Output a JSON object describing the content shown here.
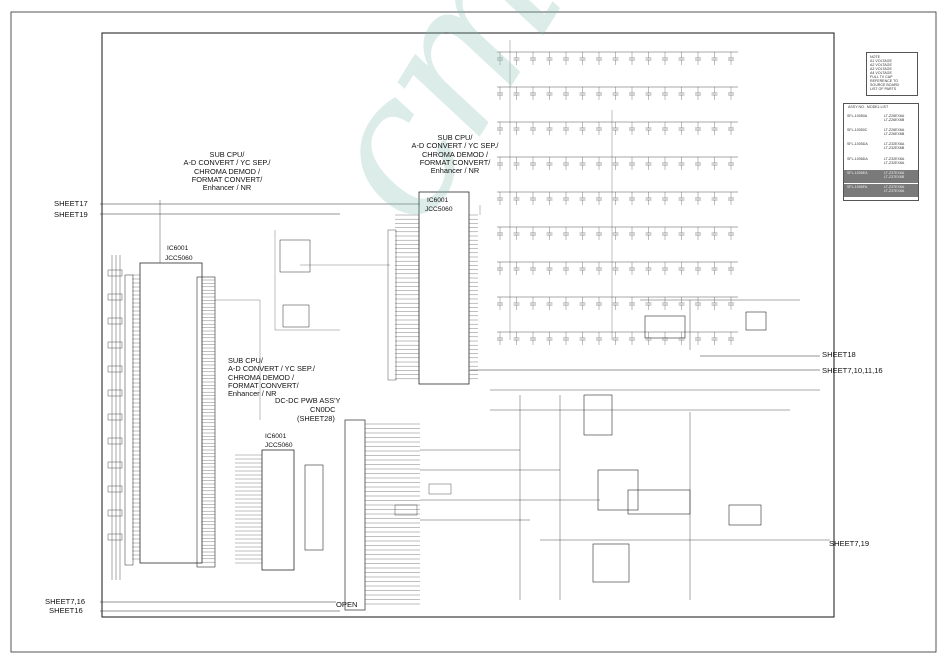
{
  "ic_blocks": [
    {
      "ref": "IC6001",
      "part": "JCC5060",
      "description": "SUB CPU/\nA-D CONVERT / YC SEP./\nCHROMA DEMOD /\nFORMAT CONVERT/\nEnhancer / NR"
    },
    {
      "ref": "IC6001",
      "part": "JCC5060",
      "description": "SUB CPU/\nA-D CONVERT / YC SEP./\nCHROMA DEMOD /\nFORMAT CONVERT/\nEnhancer / NR"
    },
    {
      "ref": "IC6001",
      "part": "JCC5060",
      "description": "SUB CPU/\nA-D CONVERT / YC SEP./\nCHROMA DEMOD /\nFORMAT CONVERT/\nEnhancer / NR"
    }
  ],
  "connector": {
    "assy": "DC-DC PWB ASS'Y",
    "ref": "CN0DC",
    "sheet": "(SHEET28)"
  },
  "sheet_refs": {
    "s17": "SHEET17",
    "s19": "SHEET19",
    "s18": "SHEET18",
    "s7_10_11_16": "SHEET7,10,11,16",
    "s7_19": "SHEET7,19",
    "s7_16": "SHEET7,16",
    "s16": "SHEET16"
  },
  "open_label": "OPEN",
  "model_list": {
    "header": "ASSY NO.  MODEL LIST",
    "rows": [
      {
        "assy": "SFL-10050A",
        "models": "LT-Z26EX6A\nLT-Z26EX6B"
      },
      {
        "assy": "SFL-10050C",
        "models": "LT-Z26EX6A\nLT-Z26EX6B"
      },
      {
        "assy": "SFL-1005DA",
        "models": "LT-Z32EX6A\nLT-Z32EX6B"
      },
      {
        "assy": "SFL-1006DA",
        "models": "LT-Z32EX6A\nLT-Z32EX6A"
      },
      {
        "assy": "SFL-1006EA",
        "models": "LT-Z37EX6A\nLT-Z37EX6B"
      },
      {
        "assy": "SFL-1006FA",
        "models": "LT-Z37EX6A\nLT-Z37EX6A"
      }
    ]
  },
  "notes_box": "NOTE\nA1 VOLTAGE\nA2 VOLTAGE\nA3 VOLTAGE\nA4 VOLTAGE\nFULL TV CAP\nREFERENCE TO\nSOURCE BOARD\nLIST OF PARTS",
  "watermark": "cmalook",
  "colors": {
    "line": "#2a2a2a",
    "frame": "#555555",
    "watermark": "#82b9af",
    "shade": "#7a7a7a"
  }
}
